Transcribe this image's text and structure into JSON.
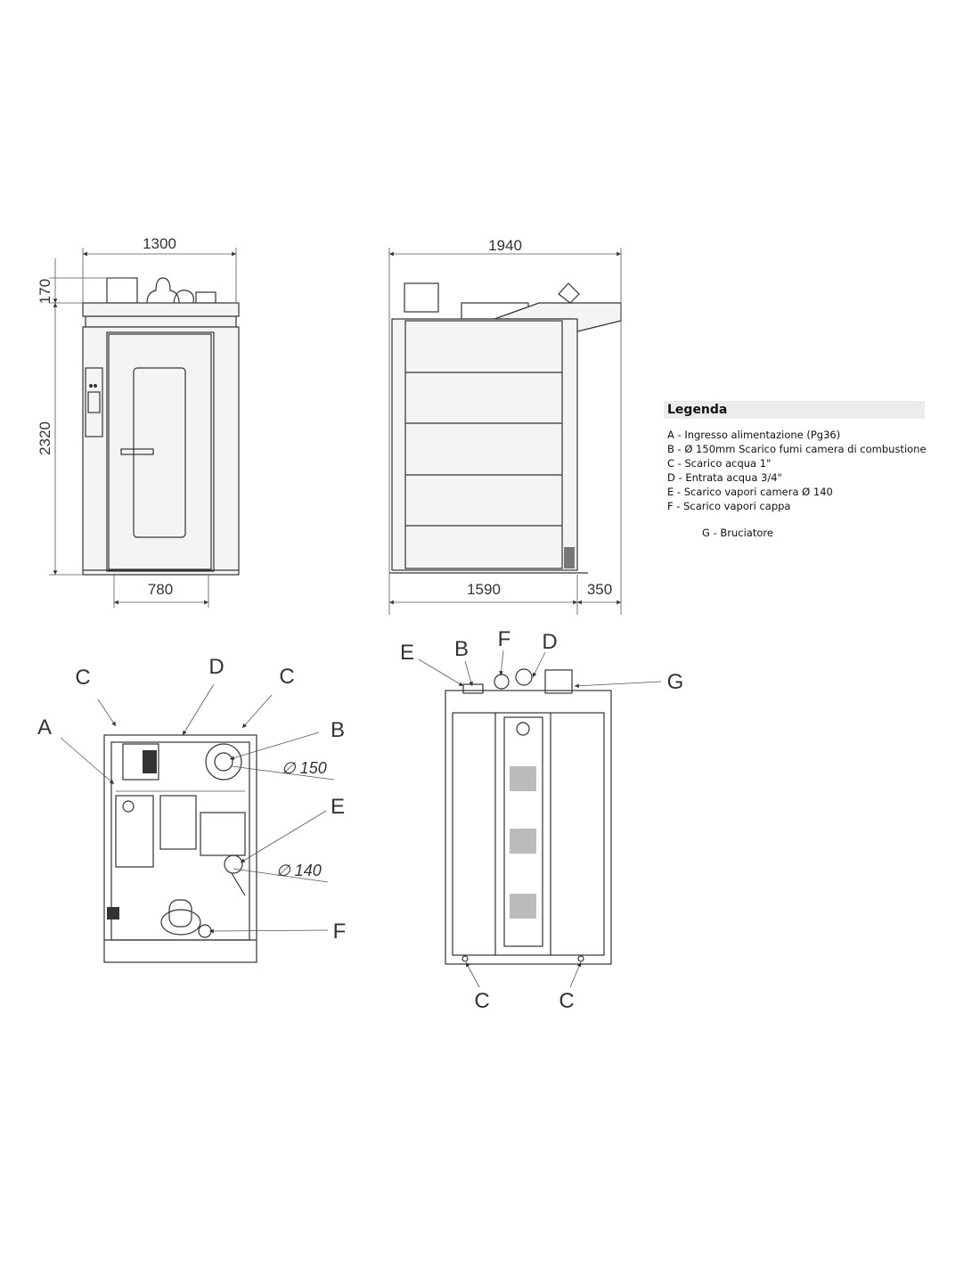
{
  "front_view": {
    "width_dim": "1300",
    "top_dim": "170",
    "height_dim": "2320",
    "door_dim": "780"
  },
  "side_view": {
    "depth_dim": "1940",
    "body_dim": "1590",
    "hood_dim": "350"
  },
  "plan_left": {
    "labels": {
      "c1": "C",
      "d": "D",
      "c2": "C",
      "a": "A",
      "b": "B",
      "e": "E",
      "f": "F"
    },
    "dia_b": "∅ 150",
    "dia_e": "∅ 140"
  },
  "plan_right": {
    "labels": {
      "e": "E",
      "b": "B",
      "f": "F",
      "d": "D",
      "g": "G",
      "c1": "C",
      "c2": "C"
    }
  },
  "legend": {
    "title": "Legenda",
    "items": [
      "A - Ingresso alimentazione (Pg36)",
      "B - Ø 150mm Scarico fumi camera di combustione",
      "C - Scarico acqua 1\"",
      "D - Entrata acqua 3/4\"",
      "E - Scarico vapori camera Ø 140",
      "F - Scarico vapori cappa"
    ],
    "extra": "G - Bruciatore"
  }
}
